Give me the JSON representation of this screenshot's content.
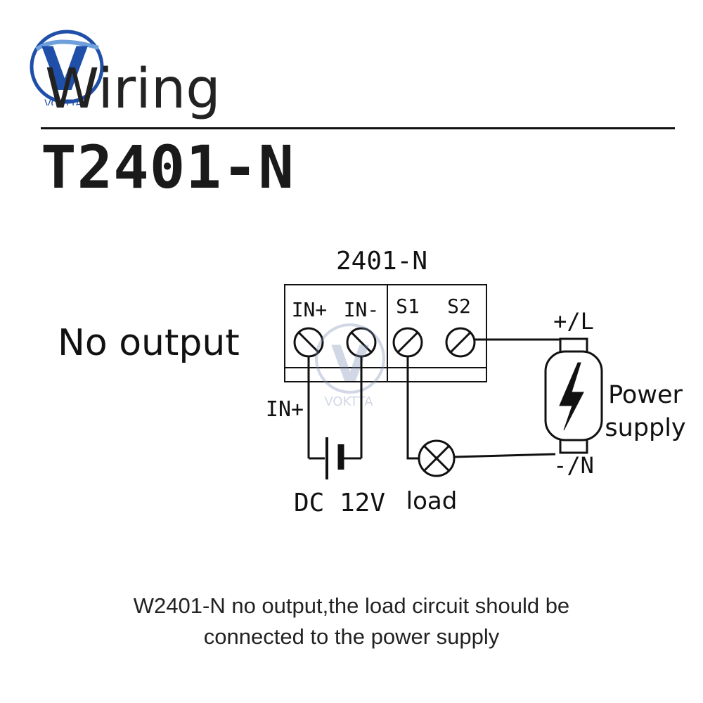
{
  "heading": "Wiring",
  "model": "T2401-N",
  "mode": "No output",
  "brand": {
    "logo_letter": "V",
    "logo_text": "VOKTTA",
    "watermark_text": "VOKTTA",
    "color": "#1f4fa8"
  },
  "diagram": {
    "module_label": "2401-N",
    "terminals": [
      "IN+",
      "IN-",
      "S1",
      "S2"
    ],
    "input_wire_label": "IN+",
    "battery_label": "DC 12V",
    "load_label": "load",
    "supply_positive": "+/L",
    "supply_negative": "-/N",
    "supply_label_line1": "Power",
    "supply_label_line2": "supply"
  },
  "caption": {
    "line1": "W2401-N no output,the load circuit should be",
    "line2": "connected to the power supply"
  }
}
